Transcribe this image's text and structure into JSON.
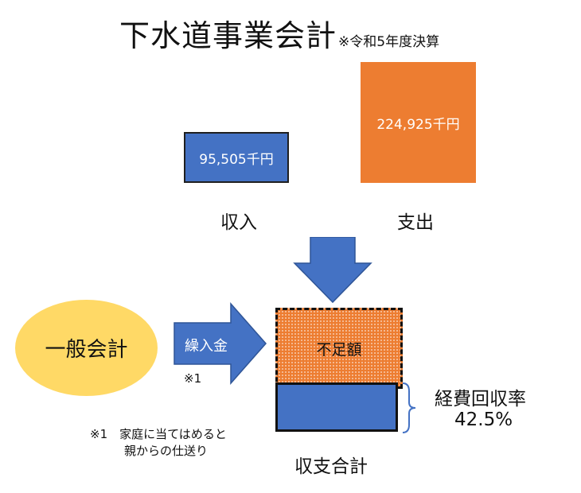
{
  "title": "下水道事業会計",
  "title_note": "※令和5年度決算",
  "income": {
    "value": "95,505千円",
    "label": "収入"
  },
  "expenditure": {
    "value": "224,925千円",
    "label": "支出"
  },
  "general_account": "一般会計",
  "transfer": {
    "label": "繰入金",
    "note_mark": "※1"
  },
  "shortfall": "不足額",
  "total_label": "収支合計",
  "recovery": {
    "label": "経費回収率",
    "value": "42.5%"
  },
  "footnote": {
    "line1": "※1　家庭に当てはめると",
    "line2": "親からの仕送り"
  },
  "colors": {
    "blue": "#4472c4",
    "orange": "#ed7d31",
    "yellow": "#ffd966"
  }
}
